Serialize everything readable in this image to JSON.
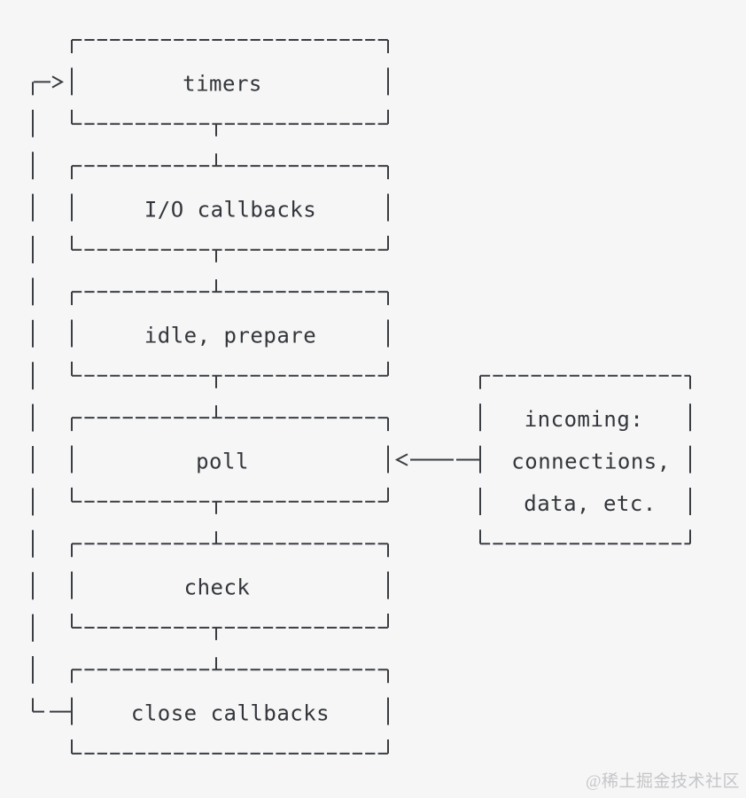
{
  "colors": {
    "background": "#f6f6f7",
    "line": "#3a3d41",
    "text": "#33363a",
    "watermark_text": "#c5c6c8"
  },
  "diagram": {
    "kind": "node-event-loop-phases",
    "phases": [
      {
        "id": "timers",
        "label": "timers"
      },
      {
        "id": "io-callbacks",
        "label": "I/O callbacks"
      },
      {
        "id": "idle-prepare",
        "label": "idle, prepare"
      },
      {
        "id": "poll",
        "label": "poll"
      },
      {
        "id": "check",
        "label": "check"
      },
      {
        "id": "close-callbacks",
        "label": "close callbacks"
      }
    ],
    "incoming": {
      "lines": [
        "incoming:",
        "connections,",
        "data, etc."
      ]
    }
  },
  "watermark": {
    "text": "@稀土掘金技术社区"
  }
}
